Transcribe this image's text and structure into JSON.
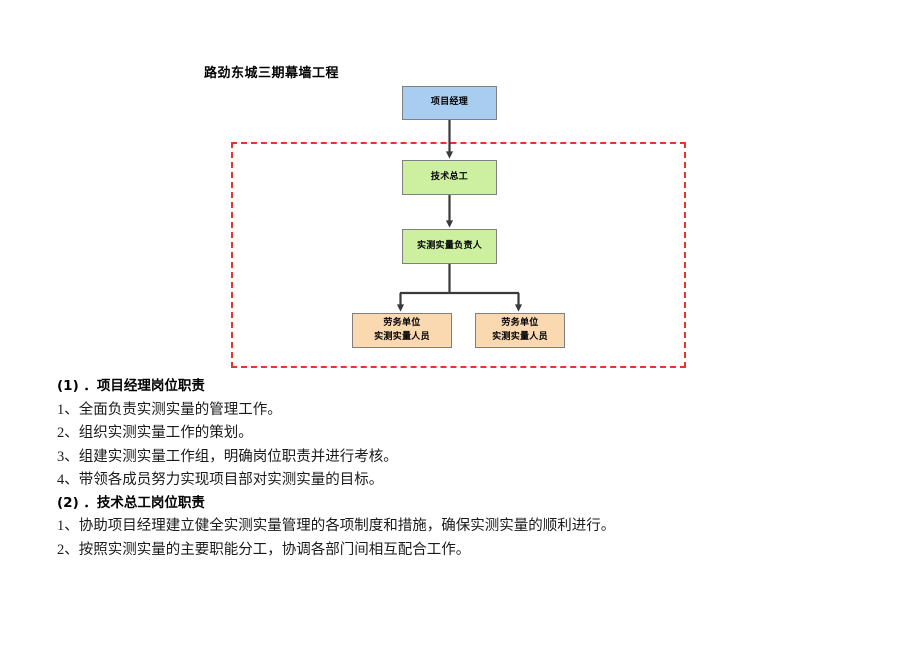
{
  "chart": {
    "title": "路劲东城三期幕墙工程",
    "nodes": {
      "project_manager": "项目经理",
      "chief_engineer": "技术总工",
      "survey_lead": "实测实量负责人",
      "labor_unit_1_line1": "劳务单位",
      "labor_unit_1_line2": "实测实量人员",
      "labor_unit_2_line1": "劳务单位",
      "labor_unit_2_line2": "实测实量人员"
    },
    "colors": {
      "blue_fill": "#a9cdf0",
      "green_fill": "#cdf0a0",
      "orange_fill": "#fad9b0",
      "node_border": "#808080",
      "dashed_border": "#e8342a",
      "connector": "#3a3a3a"
    }
  },
  "body": {
    "paragraphs": [
      {
        "text": "(1)  ．项目经理岗位职责",
        "heading": true
      },
      {
        "text": "1、全面负责实测实量的管理工作。",
        "heading": false
      },
      {
        "text": "2、组织实测实量工作的策划。",
        "heading": false
      },
      {
        "text": "3、组建实测实量工作组，明确岗位职责并进行考核。",
        "heading": false
      },
      {
        "text": "4、带领各成员努力实现项目部对实测实量的目标。",
        "heading": false
      },
      {
        "text": "(2)  ．技术总工岗位职责",
        "heading": true
      },
      {
        "text": "1、协助项目经理建立健全实测实量管理的各项制度和措施，确保实测实量的顺利进行。",
        "heading": false
      },
      {
        "text": "2、按照实测实量的主要职能分工，协调各部门间相互配合工作。",
        "heading": false
      }
    ]
  }
}
